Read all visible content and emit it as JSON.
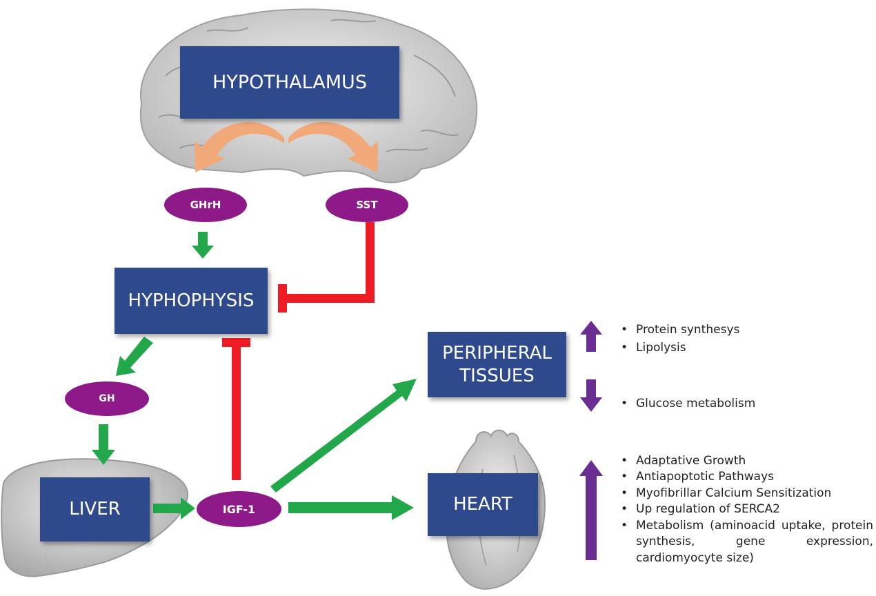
{
  "nodes": {
    "hypothalamus": "HYPOTHALAMUS",
    "hyphophysis": "HYPHOPHYSIS",
    "peripheral": "PERIPHERAL\nTISSUES",
    "liver": "LIVER",
    "heart": "HEART"
  },
  "hormones": {
    "ghrh": "GHrH",
    "sst": "SST",
    "gh": "GH",
    "igf1": "IGF-1"
  },
  "effects": {
    "peripheral_up": [
      "Protein synthesys",
      "Lipolysis"
    ],
    "peripheral_down": [
      "Glucose metabolism"
    ],
    "heart_up": [
      "Adaptative Growth",
      "Antiapoptotic Pathways",
      "Myofibrillar Calcium Sensitization",
      "Up regulation of SERCA2",
      "Metabolism (aminoacid uptake, protein synthesis, gene expression, cardiomyocyte size)"
    ]
  },
  "colors": {
    "box": "#2f4a8c",
    "oval": "#8e1a8a",
    "stimulate": "#22a84a",
    "inhibit": "#ee1c24",
    "release": "#f2a97a",
    "effect_arrow": "#6a2d91",
    "organ_image": "#bdbdbd"
  },
  "icons": [
    "brain-image",
    "liver-image",
    "heart-image"
  ]
}
